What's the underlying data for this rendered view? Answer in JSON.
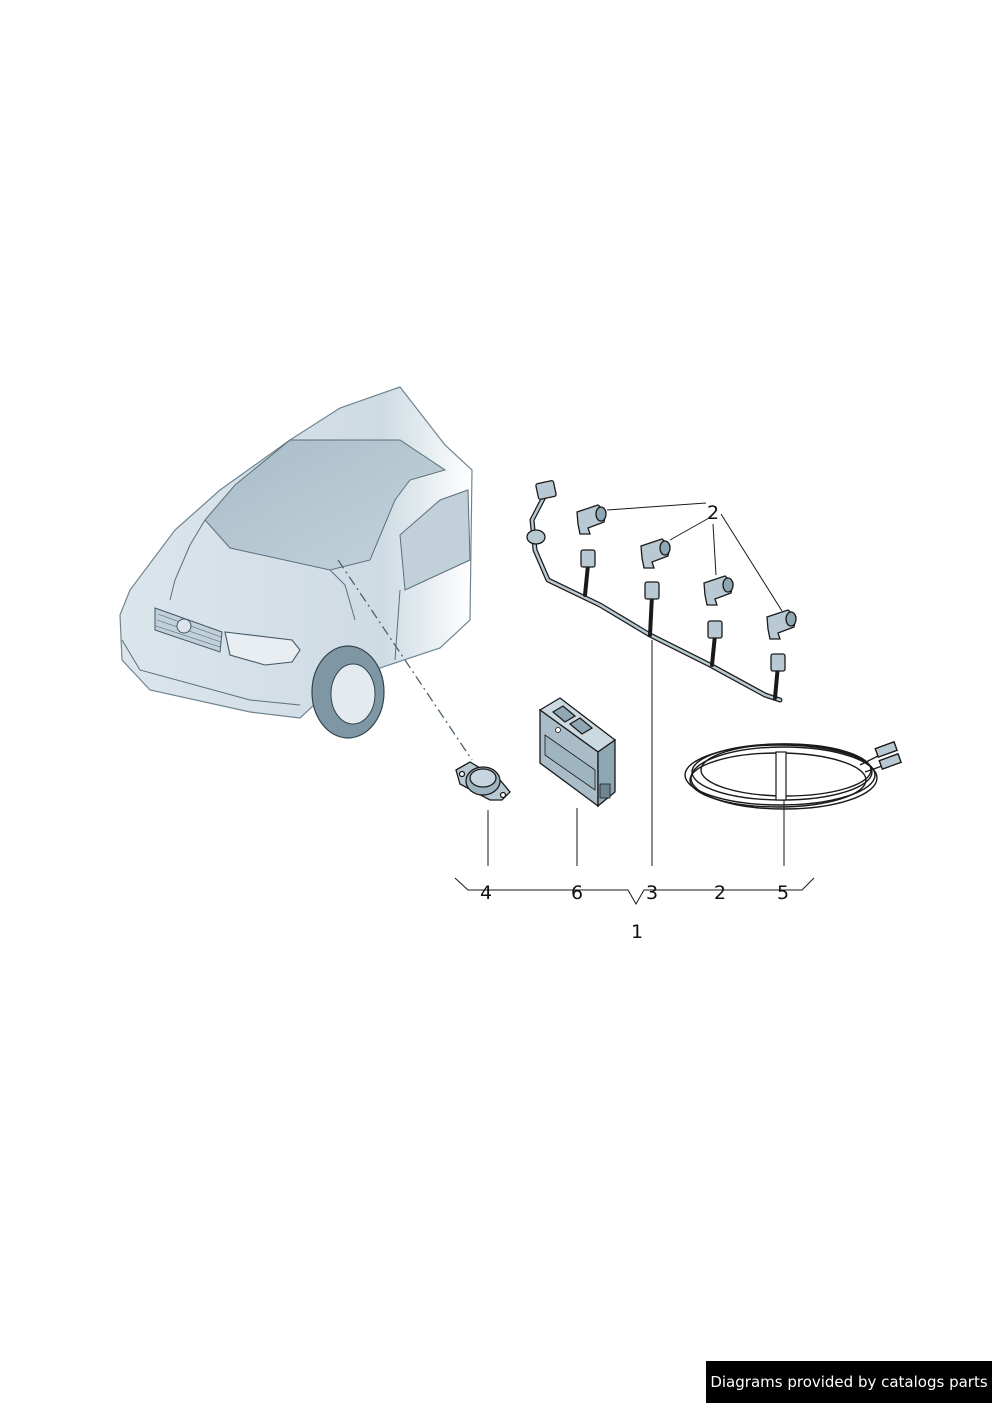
{
  "callouts": {
    "sensor_group": "2",
    "sensor_row": "2",
    "harness": "3",
    "buzzer": "4",
    "cable": "5",
    "control_unit": "6",
    "assembly": "1"
  },
  "footer": {
    "text": "Diagrams provided by catalogs parts"
  },
  "colors": {
    "background": "#ffffff",
    "part_fill": "#b9c9d3",
    "part_shade": "#8fa6b4",
    "outline": "#1a1a1a",
    "footer_bg": "#000000",
    "footer_text": "#ffffff"
  }
}
